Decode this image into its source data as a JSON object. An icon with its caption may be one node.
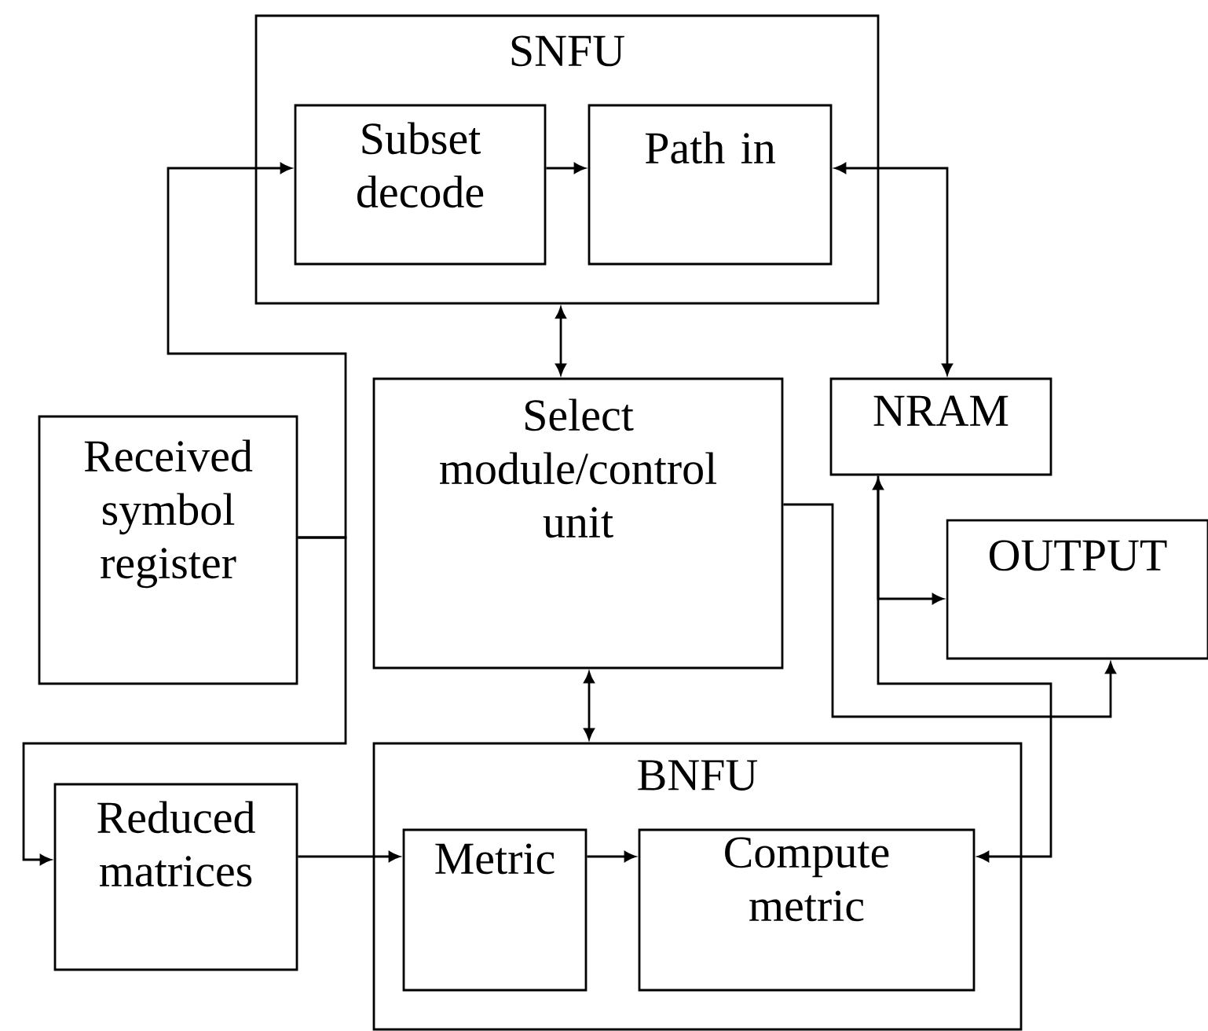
{
  "diagram": {
    "nodes": [
      {
        "text": [
          "SNFU"
        ]
      },
      {
        "text": [
          "Subset decode"
        ],
        "in": 0
      },
      {
        "text": [
          "Path in"
        ],
        "in": 0
      },
      {
        "text": [
          "Received symbol register"
        ]
      },
      {
        "text": [
          "Select module/control unit"
        ]
      },
      {
        "text": [
          "NRAM"
        ]
      },
      {
        "text": [
          "OUTPUT"
        ]
      },
      {
        "text": [
          "Reduced matrices"
        ]
      },
      {
        "text": [
          "BNFU"
        ]
      },
      {
        "text": [
          "Metric"
        ],
        "in": 8
      },
      {
        "text": [
          "Compute metric"
        ],
        "in": 8
      }
    ],
    "edges": [
      {
        "from": 3,
        "to": 1,
        "arrow": "to"
      },
      {
        "from": 3,
        "to": 7,
        "arrow": "to"
      },
      {
        "from": 1,
        "to": 2,
        "arrow": "to"
      },
      {
        "from": 2,
        "to": 5,
        "arrow": "both"
      },
      {
        "from": 0,
        "to": 4,
        "arrow": "both"
      },
      {
        "from": 4,
        "to": 8,
        "arrow": "both"
      },
      {
        "from": 4,
        "to": 6,
        "arrow": "to"
      },
      {
        "from": 10,
        "to": 5,
        "arrow": "both"
      },
      {
        "from": 5,
        "to": 6,
        "arrow": "to"
      },
      {
        "from": 7,
        "to": 9,
        "arrow": "to"
      },
      {
        "from": 9,
        "to": 10,
        "arrow": "to"
      }
    ]
  }
}
